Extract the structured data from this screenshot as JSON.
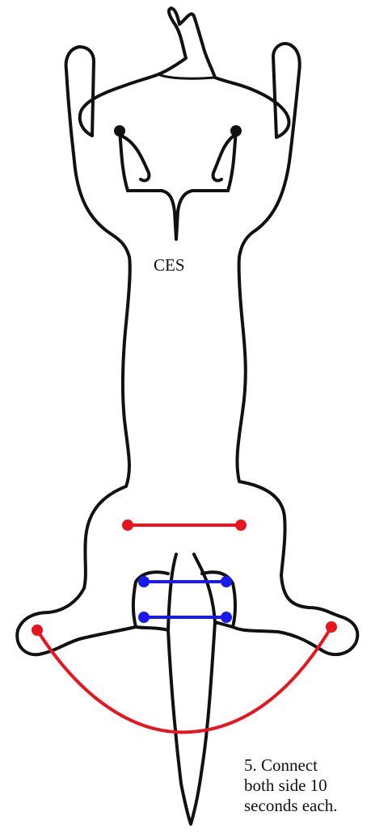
{
  "labels": {
    "ces": "CES"
  },
  "instruction": {
    "lines": [
      "5. Connect",
      "both side 10",
      "seconds each."
    ]
  },
  "colors": {
    "outline": "#111111",
    "red_connection": "#e8141e",
    "blue_connection": "#1a1aee",
    "electrode_black": "#111111"
  }
}
